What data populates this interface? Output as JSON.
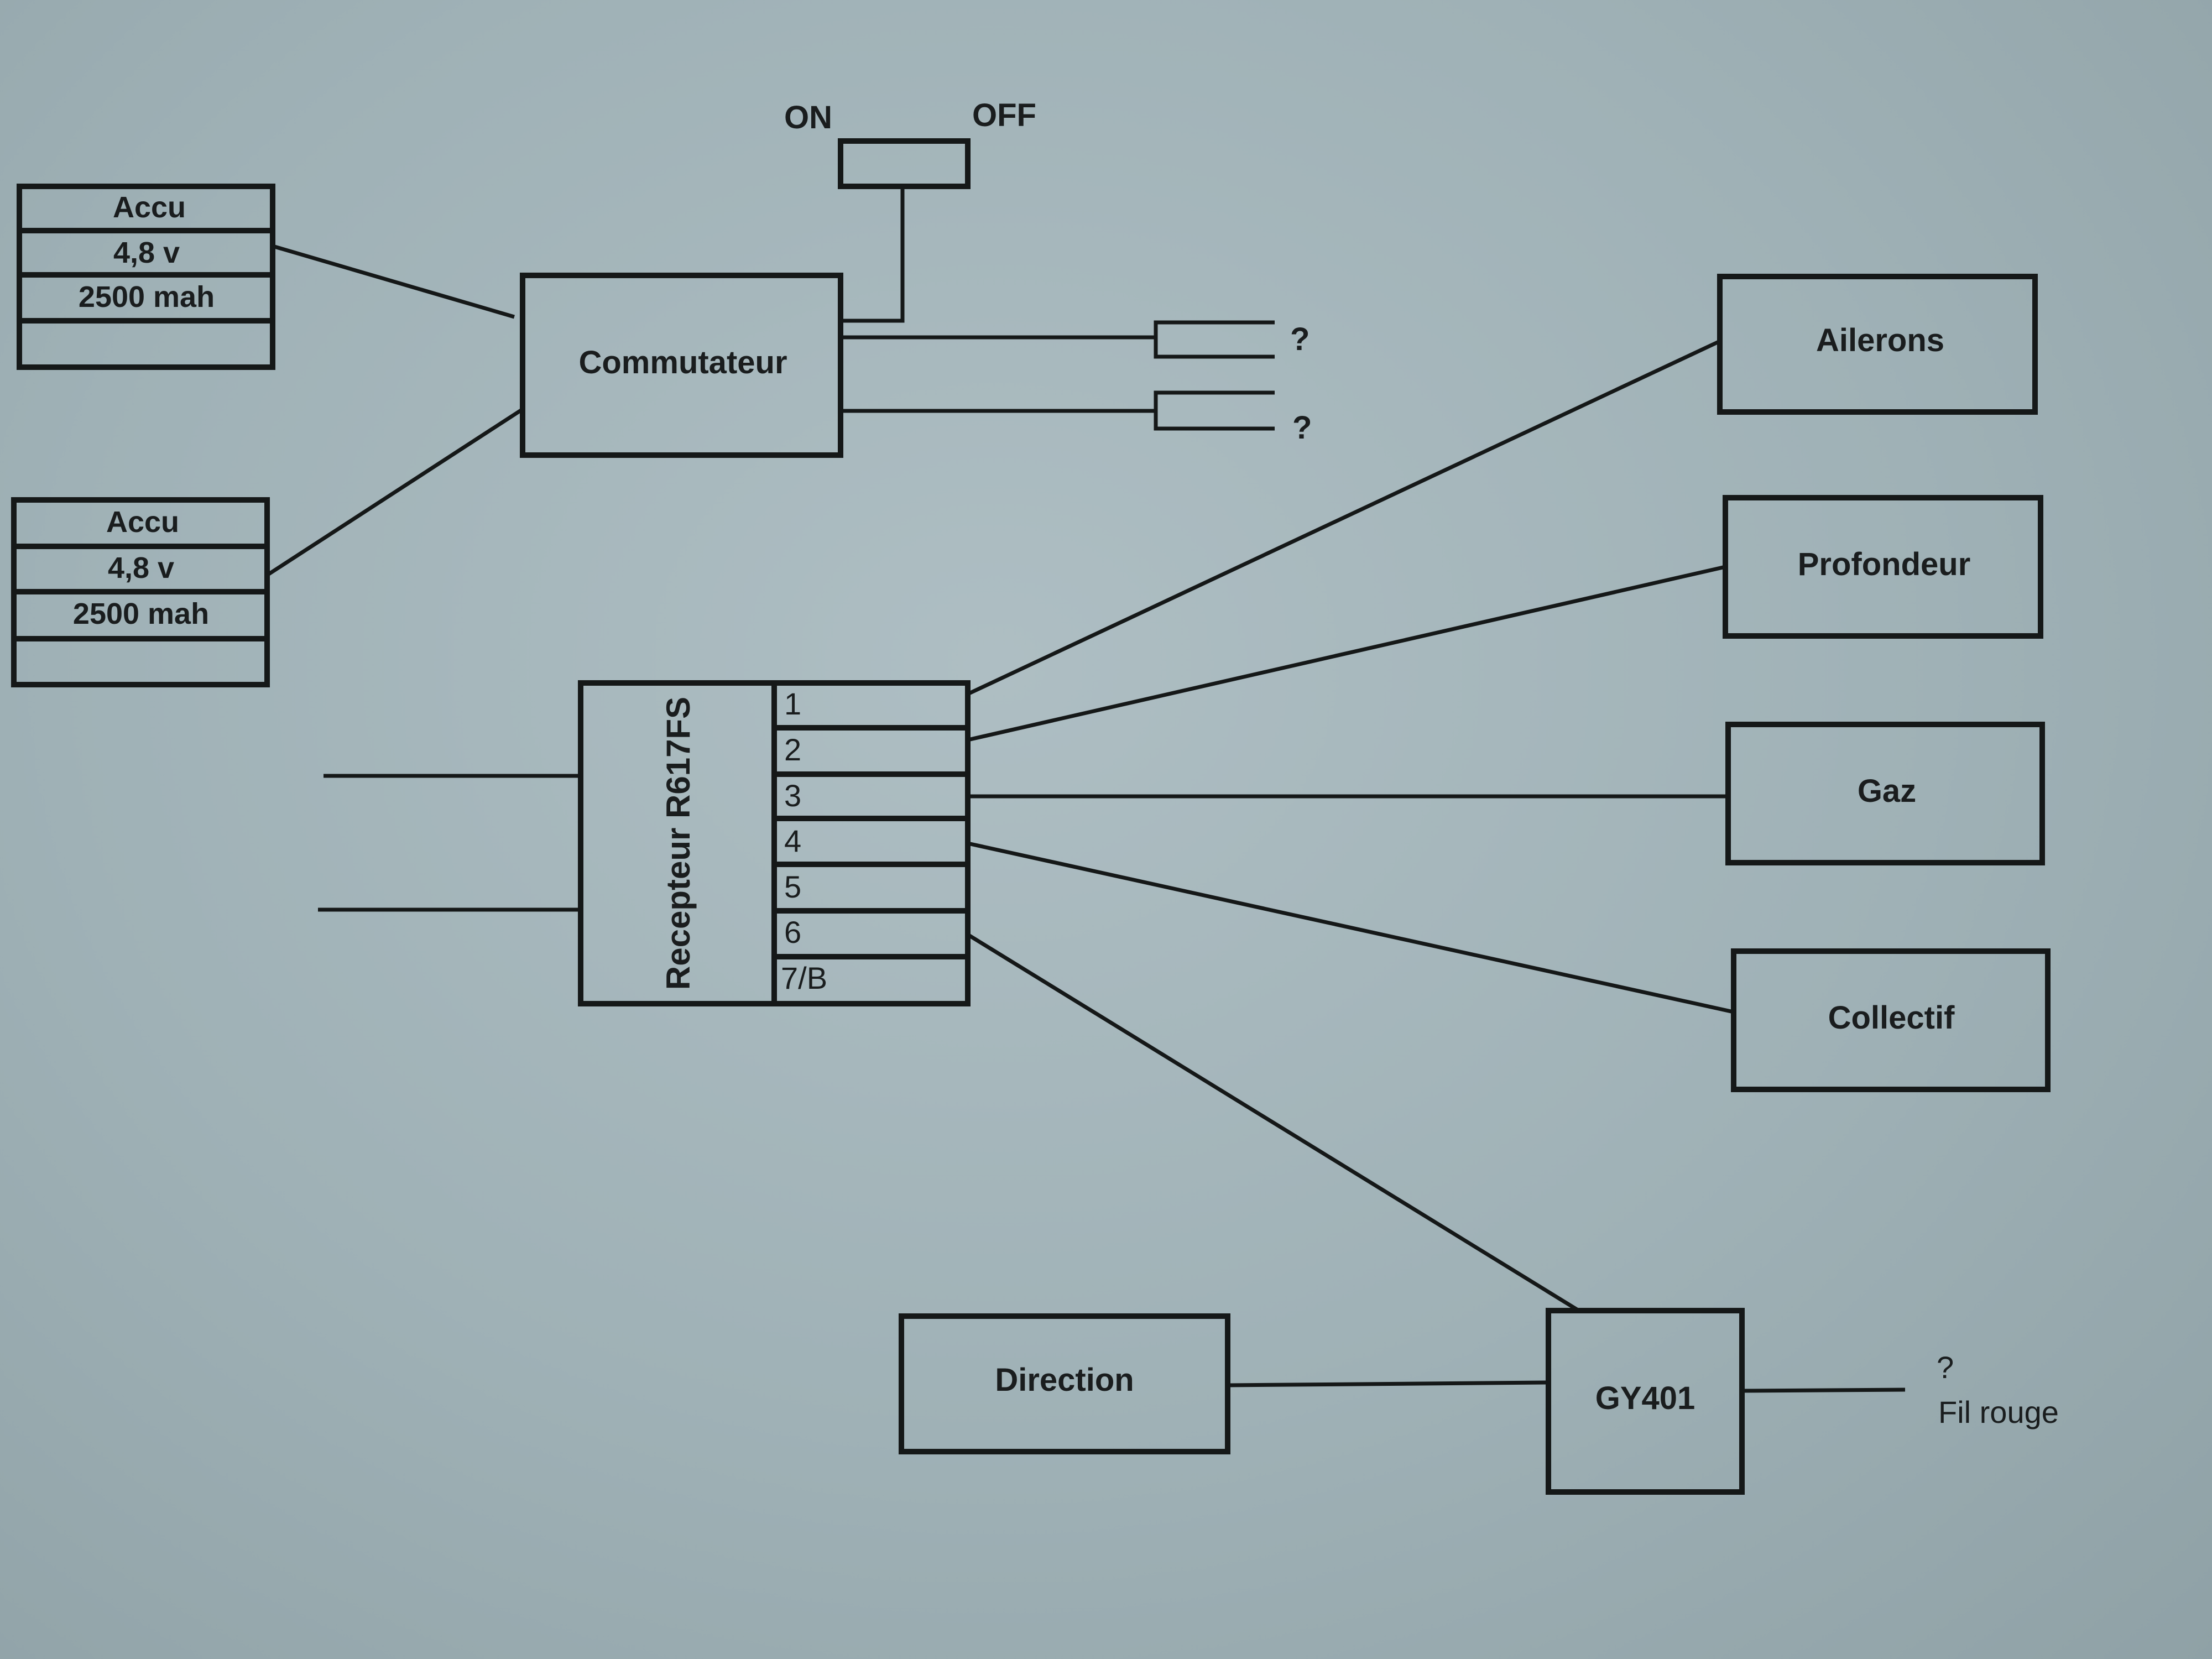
{
  "switch": {
    "on_label": "ON",
    "off_label": "OFF"
  },
  "battery_top": {
    "rows": [
      "Accu",
      "4,8 v",
      "2500 mah",
      ""
    ]
  },
  "battery_bottom": {
    "rows": [
      "Accu",
      "4,8 v",
      "2500 mah",
      ""
    ]
  },
  "commutateur": {
    "label": "Commutateur"
  },
  "unknown_outputs": [
    "?",
    "?"
  ],
  "receiver": {
    "label": "Recepteur R617FS",
    "channels": [
      "1",
      "2",
      "3",
      "4",
      "5",
      "6",
      "7/B"
    ]
  },
  "servos": {
    "ailerons": "Ailerons",
    "profondeur": "Profondeur",
    "gaz": "Gaz",
    "collectif": "Collectif",
    "direction": "Direction"
  },
  "gyro": {
    "label": "GY401"
  },
  "gyro_output": {
    "question": "?",
    "note": "Fil rouge"
  }
}
